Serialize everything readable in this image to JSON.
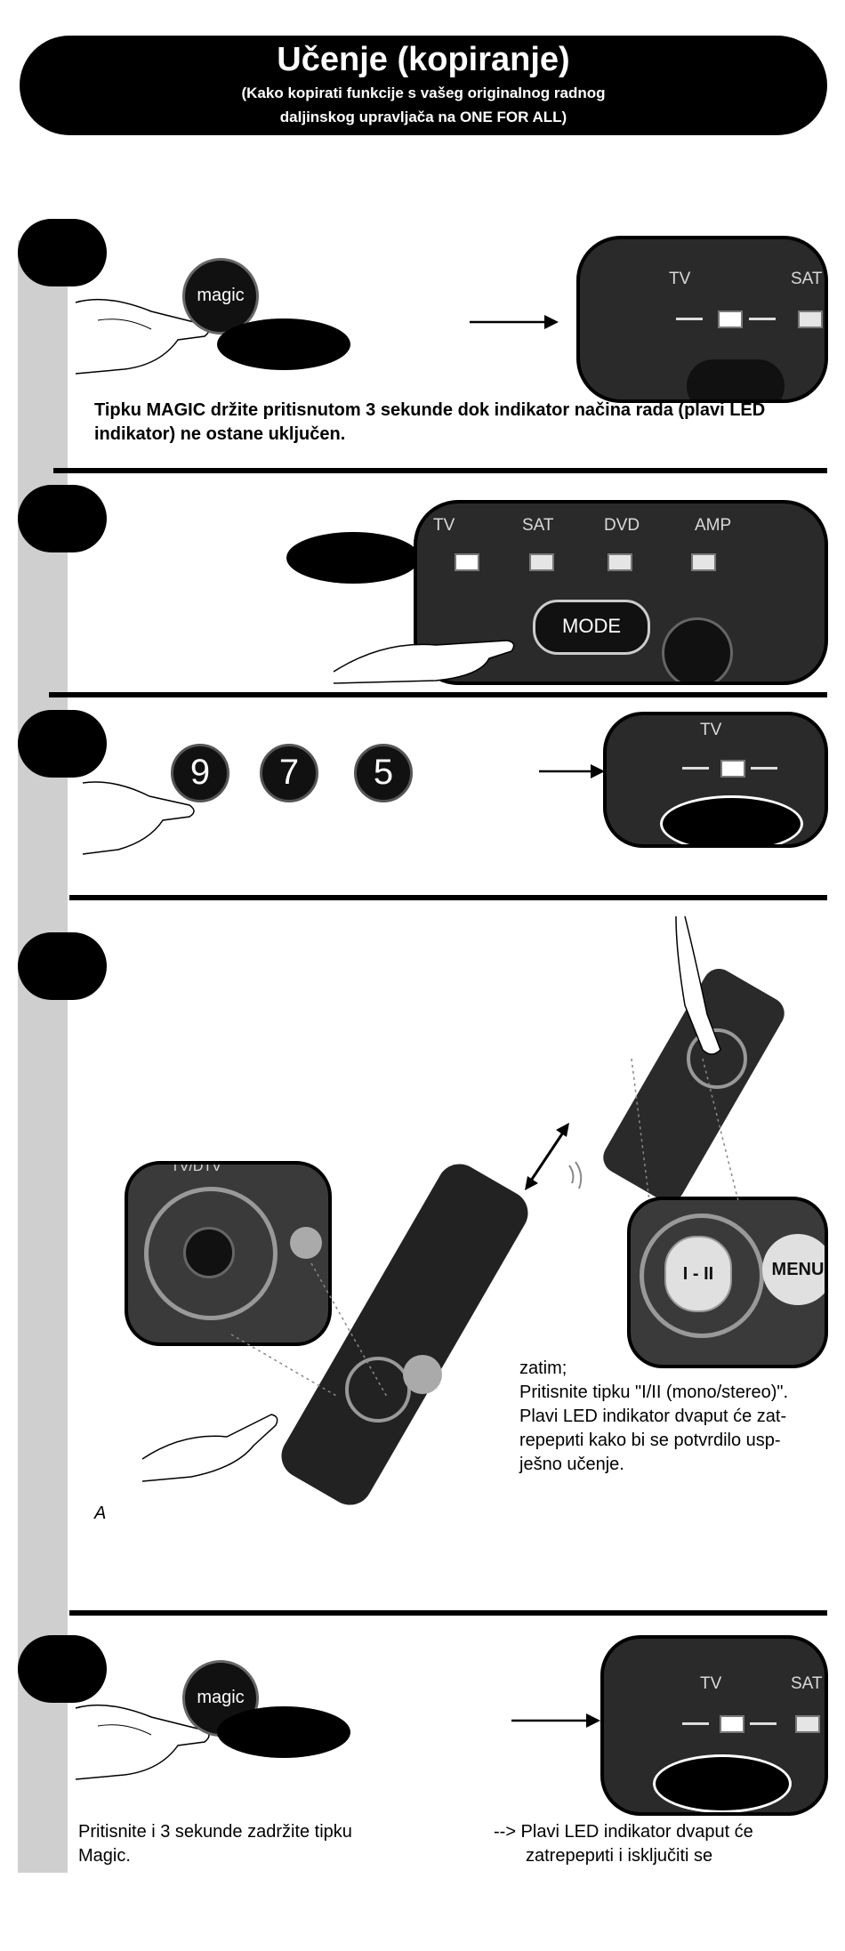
{
  "header": {
    "title": "Učenje (kopiranje)",
    "subtitle_line1": "(Kako kopirati funkcije s vašeg originalnog radnog",
    "subtitle_line2": "daljinskog upravljača na ONE FOR ALL)"
  },
  "step1": {
    "button_label": "magic",
    "remote_labels": [
      "TV",
      "SAT"
    ],
    "instruction": "Tipku MAGIC držite pritisnutom 3 sekunde dok indikator načina rada (plavi LED indikator) ne ostane uključen."
  },
  "step2": {
    "remote_labels": [
      "TV",
      "SAT",
      "DVD",
      "AMP"
    ],
    "mode_button": "MODE"
  },
  "step3": {
    "keys": [
      "9",
      "7",
      "5"
    ],
    "remote_label": "TV"
  },
  "step4": {
    "zoom_left_label": "TV/DTV",
    "zoom_right_keys": [
      "I - II",
      "MENU"
    ],
    "text_lines": [
      "zatim;",
      "Pritisnite tipku \"I/II (mono/stereo)\".",
      "Plavi LED indikator dvaput će zat-",
      "repериti kako bi se potvrdilo usp-",
      "ješno učenje."
    ],
    "note_letter": "A"
  },
  "step5": {
    "button_label": "magic",
    "remote_labels": [
      "TV",
      "SAT"
    ],
    "left_text_lines": [
      "Pritisnite i 3 sekunde zadržite tipku",
      "Magic."
    ],
    "right_text_lines": [
      "--> Plavi LED indikator dvaput će",
      "zatrepериti i isključiti se"
    ]
  }
}
